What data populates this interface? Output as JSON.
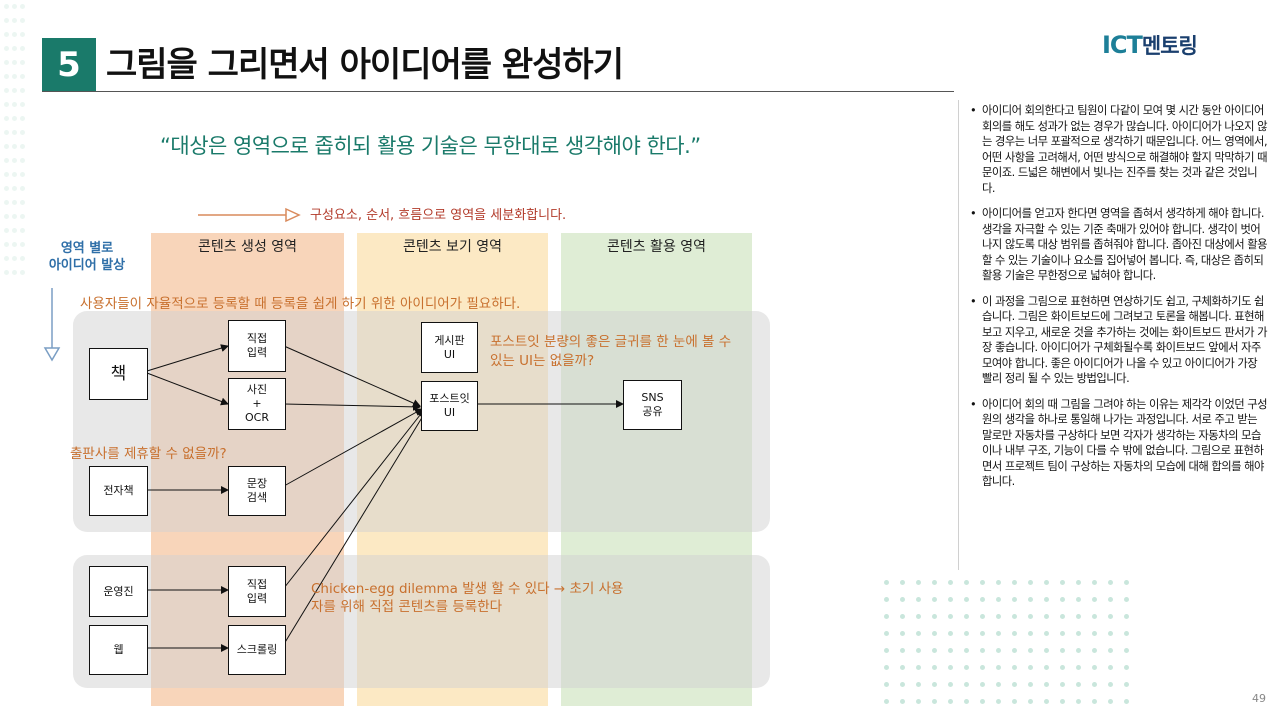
{
  "header": {
    "section_number": "5",
    "title": "그림을 그리면서 아이디어를 완성하기",
    "brand_ict": "ICT",
    "brand_rest": "멘토링"
  },
  "quote": "“대상은 영역으로 좁히되 활용 기술은 무한대로 생각해야 한다.”",
  "diagram": {
    "flow_label": "구성요소, 순서, 흐름으로 영역을 세분화합니다.",
    "vertical_label_line1": "영역 별로",
    "vertical_label_line2": "아이디어 발상",
    "columns": [
      {
        "label": "콘텐츠 생성 영역",
        "color": "#f6c9a6"
      },
      {
        "label": "콘텐츠 보기 영역",
        "color": "#fbe3b4"
      },
      {
        "label": "콘텐츠 활용 영역",
        "color": "#dcebd0"
      }
    ],
    "nodes": {
      "book": "책",
      "direct_input_1_line1": "직접",
      "direct_input_1_line2": "입력",
      "photo_ocr_line1": "사진",
      "photo_ocr_line2": "+",
      "photo_ocr_line3": "OCR",
      "board_ui_line1": "게시판",
      "board_ui_line2": "UI",
      "postit_ui_line1": "포스트잇",
      "postit_ui_line2": "UI",
      "sns_share_line1": "SNS",
      "sns_share_line2": "공유",
      "ebook": "전자책",
      "sentence_search_line1": "문장",
      "sentence_search_line2": "검색",
      "operator": "운영진",
      "direct_input_2_line1": "직접",
      "direct_input_2_line2": "입력",
      "web": "웹",
      "scrolling": "스크롤링"
    },
    "notes": {
      "voluntary": "사용자들이 자율적으로 등록할 때 등록을 쉽게 하기 위한 아이디어가 필요하다.",
      "postit_line1": "포스트잇 분량의 좋은 글귀를 한 눈에 볼 수",
      "postit_line2": "있는 UI는 없을까?",
      "publisher": "출판사를 제휴할 수 없을까?",
      "chicken_line1": "Chicken-egg dilemma 발생 할 수 있다 → 초기 사용",
      "chicken_line2": "자를 위해 직접 콘텐츠를 등록한다"
    }
  },
  "bullets": [
    "아이디어 회의한다고 팀원이 다같이 모여 몇 시간 동안 아이디어 회의를 해도 성과가 없는 경우가 많습니다. 아이디어가 나오지 않는 경우는 너무 포괄적으로 생각하기 때문입니다. 어느 영역에서, 어떤 사항을 고려해서, 어떤 방식으로 해결해야 할지 막막하기 때문이죠. 드넓은 해변에서 빛나는 진주를 찾는 것과 같은 것입니다.",
    "아이디어를 얻고자 한다면 영역을 좁혀서 생각하게 해야 합니다. 생각을 자극할 수 있는 기준 축매가 있어야 합니다. 생각이 벗어나지 않도록 대상 범위를 좁혀줘야 합니다. 좁아진 대상에서 활용할 수 있는 기술이나 요소를 집어넣어 봅니다. 즉, 대상은 좁히되 활용 기술은 무한정으로 넓혀야 합니다.",
    "이 과정을 그림으로 표현하면 연상하기도 쉽고, 구체화하기도 쉽습니다. 그림은 화이트보드에 그려보고 토론을 해봅니다. 표현해보고 지우고, 새로운 것을 추가하는 것에는 화이트보드 판서가 가장 좋습니다. 아이디어가 구체화될수록 화이트보드 앞에서 자주 모여야 합니다. 좋은 아이디어가 나올 수 있고 아이디어가 가장 빨리 정리 될 수 있는 방법입니다.",
    "아이디어 회의 때 그림을 그려야 하는 이유는 제각각 이었던 구성원의 생각을 하나로 통일해 나가는 과정입니다. 서로 주고 받는 말로만 자동차를 구상하다 보면 각자가 생각하는 자동차의 모습이나 내부 구조, 기능이 다를 수 밖에 없습니다. 그림으로 표현하면서 프로젝트 팀이 구상하는 자동차의 모습에 대해 합의를 해야 합니다."
  ],
  "page_number": "49"
}
